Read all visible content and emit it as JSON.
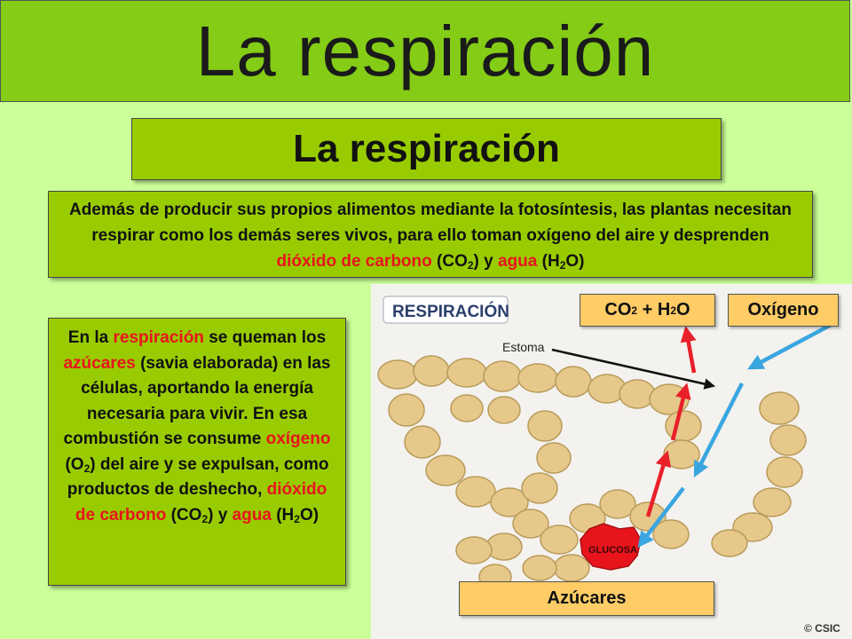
{
  "title": "La respiración",
  "subtitle": "La respiración",
  "intro": {
    "part1": "Además de producir sus propios alimentos mediante la fotosíntesis, las plantas necesitan respirar como los demás seres vivos, para ello toman oxígeno del aire y desprenden ",
    "red1": "dióxido de carbono",
    "part2": " (CO",
    "sub1": "2",
    "part3": ") y ",
    "red2": "agua",
    "part4": " (H",
    "sub2": "2",
    "part5": "O)"
  },
  "side": {
    "t1": "En la ",
    "r1": "respiración",
    "t2": " se queman los ",
    "r2": "azúcares",
    "t3": " (savia elaborada) en las células, aportando la energía necesaria para vivir. En esa combustión se consume ",
    "r3": "oxígeno",
    "t4": " (O",
    "s1": "2",
    "t5": ") del aire y se expulsan, como productos de deshecho, ",
    "r4": "dióxido de carbono",
    "t6": " (CO",
    "s2": "2",
    "t7": ") y ",
    "r5": "agua",
    "t8": " (H",
    "s3": "2",
    "t9": "O)"
  },
  "diagram": {
    "header": "RESPIRACIÓN",
    "estoma": "Estoma",
    "glucosa": "GLUCOSA",
    "credit": "© CSIC",
    "colors": {
      "red_arrow": "#e8202a",
      "blue_arrow": "#3aa6e0",
      "cells": "#e6c98a",
      "glucose": "#e8141c"
    }
  },
  "labels": {
    "co2_a": "CO",
    "co2_sub": "2",
    "co2_b": " + H",
    "h2o_sub": "2",
    "co2_c": "O",
    "oxigeno": "Oxígeno",
    "azucares": "Azúcares"
  }
}
